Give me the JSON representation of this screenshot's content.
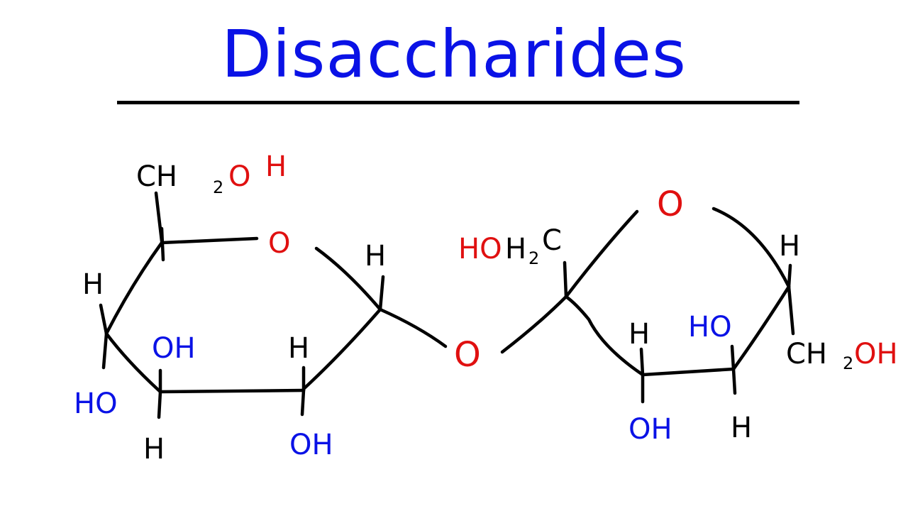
{
  "title": "Disaccharides",
  "colors": {
    "title": "#0a12e6",
    "rule": "#000000",
    "bond": "#000000",
    "black_label": "#000000",
    "oxygen": "#e01010",
    "hydroxyl_blue": "#0a12e6"
  },
  "left_ring": {
    "ch2oh_c": "CH",
    "ch2oh_sub": "2",
    "ch2oh_o": "O",
    "ch2oh_h": "H",
    "ring_o": "O",
    "h_c1": "H",
    "h_c4": "H",
    "ho_c4": "HO",
    "oh_c3": "OH",
    "h_c3": "H",
    "h_c2": "H",
    "oh_c2": "OH"
  },
  "glycosidic_o": "O",
  "right_ring": {
    "hoh2c_ho": "HO",
    "hoh2c_h": "H",
    "hoh2c_sub": "2",
    "hoh2c_c": "C",
    "ring_o": "O",
    "h_c5": "H",
    "ch2oh_c": "CH",
    "ch2oh_sub": "2",
    "ch2oh_oh": "OH",
    "h_c3": "H",
    "oh_c3": "OH",
    "ho_c4": "HO",
    "h_c4": "H"
  }
}
